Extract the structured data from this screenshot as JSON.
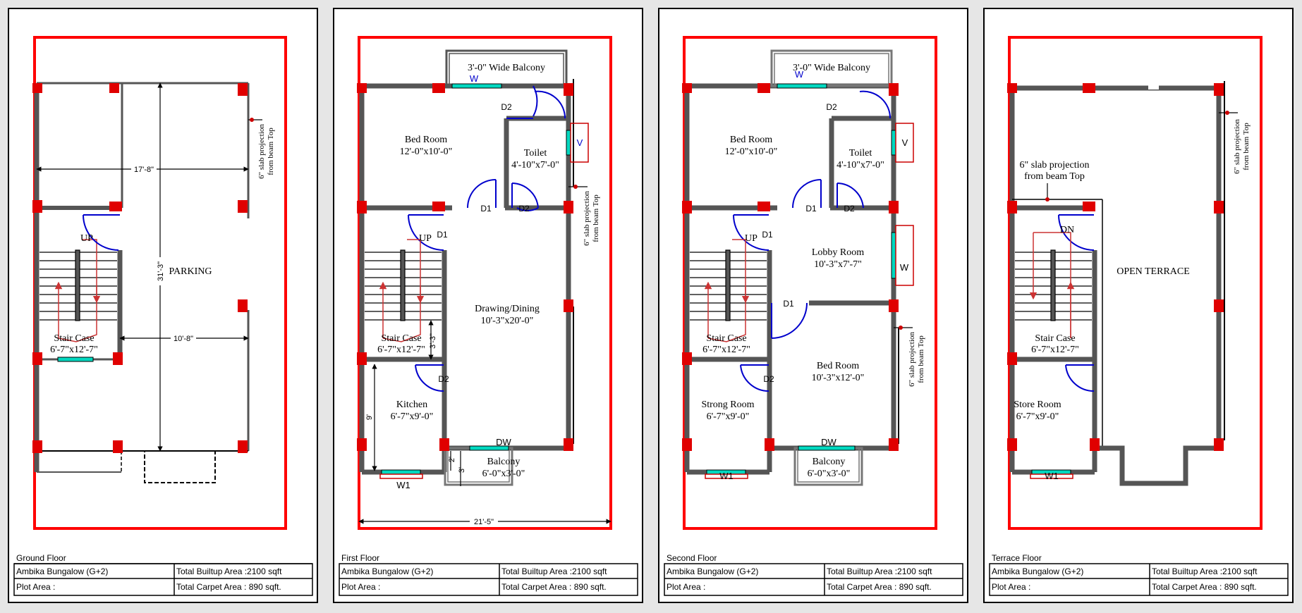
{
  "colors": {
    "background": "#e6e6e6",
    "sheet": "#ffffff",
    "boundary": "#ff0000",
    "wall": "#555555",
    "column": "#e00000",
    "door": "#0000cc",
    "window": "#00d8c0",
    "stair_arrow": "#cc3333",
    "text": "#000000"
  },
  "title_block": {
    "project": "Ambika Bungalow (G+2)",
    "builtup": "Total Builtup Area :2100 sqft",
    "plot": "Plot Area :",
    "carpet": "Total Carpet Area : 890 sqft."
  },
  "sheets": [
    {
      "floor": "Ground Floor",
      "labels": {
        "parking": "PARKING",
        "stair_name": "Stair Case",
        "stair_size": "6'-7\"x12'-7\"",
        "up": "UP",
        "dim_width": "17'-8\"",
        "dim_length": "31'-3\"",
        "dim_inner": "10'-8\"",
        "slab_1": "6\" slab projection",
        "slab_2": "from beam Top"
      }
    },
    {
      "floor": "First Floor",
      "labels": {
        "balcony_top": "3'-0\" Wide Balcony",
        "w": "W",
        "d2_top": "D2",
        "bed_name": "Bed Room",
        "bed_size": "12'-0\"x10'-0\"",
        "toilet_name": "Toilet",
        "toilet_size": "4'-10\"x7'-0\"",
        "v": "V",
        "slab_1": "6\" slab projection",
        "slab_2": "from beam Top",
        "d1_a": "D1",
        "d2_b": "D2",
        "up": "UP",
        "d1_b": "D1",
        "drawing_name": "Drawing/Dining",
        "drawing_size": "10'-3\"x20'-0\"",
        "stair_name": "Stair Case",
        "stair_size": "6'-7\"x12'-7\"",
        "dim_33": "3'-3\"",
        "d2_c": "D2",
        "kitchen_name": "Kitchen",
        "kitchen_size": "6'-7\"x9'-0\"",
        "dim_9": "9'",
        "dw": "DW",
        "balcony_name": "Balcony",
        "balcony_size": "6'-0\"x3'-0\"",
        "dim_2": "2'",
        "dim_3": "3'",
        "w1": "W1",
        "dim_total": "21'-5\""
      }
    },
    {
      "floor": "Second Floor",
      "labels": {
        "balcony_top": "3'-0\" Wide Balcony",
        "w": "W",
        "d2_top": "D2",
        "bed_name": "Bed Room",
        "bed_size": "12'-0\"x10'-0\"",
        "toilet_name": "Toilet",
        "toilet_size": "4'-10\"x7'-0\"",
        "v": "V",
        "d1_a": "D1",
        "d2_b": "D2",
        "up": "UP",
        "d1_b": "D1",
        "lobby_name": "Lobby Room",
        "lobby_size": "10'-3\"x7'-7\"",
        "w_lobby": "W",
        "d1_c": "D1",
        "stair_name": "Stair Case",
        "stair_size": "6'-7\"x12'-7\"",
        "slab_1": "6\" slab projection",
        "slab_2": "from beam Top",
        "bed2_name": "Bed Room",
        "bed2_size": "10'-3\"x12'-0\"",
        "d2_c": "D2",
        "strong_name": "Strong Room",
        "strong_size": "6'-7\"x9'-0\"",
        "dw": "DW",
        "balcony_name": "Balcony",
        "balcony_size": "6'-0\"x3'-0\"",
        "w1": "W1"
      }
    },
    {
      "floor": "Terrace Floor",
      "labels": {
        "slab_a1": "6\" slab projection",
        "slab_a2": "from beam Top",
        "slab_b1": "6\" slab projection",
        "slab_b2": "from beam Top",
        "dn": "DN",
        "open_terrace": "OPEN TERRACE",
        "stair_name": "Stair Case",
        "stair_size": "6'-7\"x12'-7\"",
        "store_name": "Store Room",
        "store_size": "6'-7\"x9'-0\"",
        "w1": "W1"
      }
    }
  ]
}
